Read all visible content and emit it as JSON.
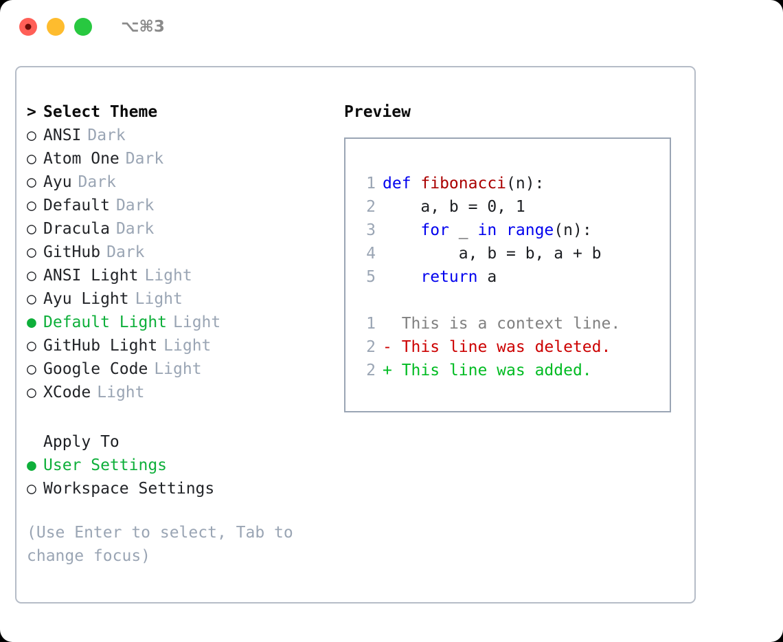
{
  "titlebar": {
    "shortcut": "⌥⌘3",
    "lights": [
      {
        "name": "close",
        "color": "#ff5f57"
      },
      {
        "name": "minimize",
        "color": "#febc2e"
      },
      {
        "name": "maximize",
        "color": "#28c840"
      }
    ]
  },
  "theme_picker": {
    "header_prefix": ">",
    "header": "Select Theme",
    "selected_bullet": "●",
    "unselected_bullet": "○",
    "items": [
      {
        "label": "ANSI",
        "tag": "Dark",
        "selected": false
      },
      {
        "label": "Atom One",
        "tag": "Dark",
        "selected": false
      },
      {
        "label": "Ayu",
        "tag": "Dark",
        "selected": false
      },
      {
        "label": "Default",
        "tag": "Dark",
        "selected": false
      },
      {
        "label": "Dracula",
        "tag": "Dark",
        "selected": false
      },
      {
        "label": "GitHub",
        "tag": "Dark",
        "selected": false
      },
      {
        "label": "ANSI Light",
        "tag": "Light",
        "selected": false
      },
      {
        "label": "Ayu Light",
        "tag": "Light",
        "selected": false
      },
      {
        "label": "Default Light",
        "tag": "Light",
        "selected": true
      },
      {
        "label": "GitHub Light",
        "tag": "Light",
        "selected": false
      },
      {
        "label": "Google Code",
        "tag": "Light",
        "selected": false
      },
      {
        "label": "XCode",
        "tag": "Light",
        "selected": false
      }
    ]
  },
  "apply_to": {
    "title": "Apply To",
    "items": [
      {
        "label": "User Settings",
        "selected": true
      },
      {
        "label": "Workspace Settings",
        "selected": false
      }
    ]
  },
  "hint": "(Use Enter to select, Tab to change focus)",
  "preview": {
    "title": "Preview",
    "code_lines": [
      {
        "num": "1",
        "tokens": [
          {
            "t": "def ",
            "c": "kw"
          },
          {
            "t": "fibonacci",
            "c": "fn"
          },
          {
            "t": "(n):",
            "c": "plain"
          }
        ]
      },
      {
        "num": "2",
        "tokens": [
          {
            "t": "    a, b = 0, 1",
            "c": "plain"
          }
        ]
      },
      {
        "num": "3",
        "tokens": [
          {
            "t": "    ",
            "c": "plain"
          },
          {
            "t": "for",
            "c": "kw"
          },
          {
            "t": " _ ",
            "c": "plain"
          },
          {
            "t": "in",
            "c": "kw"
          },
          {
            "t": " ",
            "c": "plain"
          },
          {
            "t": "range",
            "c": "kw"
          },
          {
            "t": "(n):",
            "c": "plain"
          }
        ]
      },
      {
        "num": "4",
        "tokens": [
          {
            "t": "        a, b = b, a + b",
            "c": "plain"
          }
        ]
      },
      {
        "num": "5",
        "tokens": [
          {
            "t": "    ",
            "c": "plain"
          },
          {
            "t": "return",
            "c": "kw"
          },
          {
            "t": " a",
            "c": "plain"
          }
        ]
      }
    ],
    "diff_lines": [
      {
        "num": "1",
        "marker": " ",
        "text": " This is a context line.",
        "c": "ctx"
      },
      {
        "num": "2",
        "marker": "-",
        "text": " This line was deleted.",
        "c": "del"
      },
      {
        "num": "2",
        "marker": "+",
        "text": " This line was added.",
        "c": "add"
      }
    ]
  },
  "colors": {
    "accent_green": "#0eaf3a",
    "muted": "#9aa5b4",
    "keyword": "#0000ee",
    "function": "#aa0000",
    "deleted": "#cc0000",
    "added": "#00bb22",
    "border": "#b5bcc7",
    "preview_border": "#9aa5b4"
  }
}
